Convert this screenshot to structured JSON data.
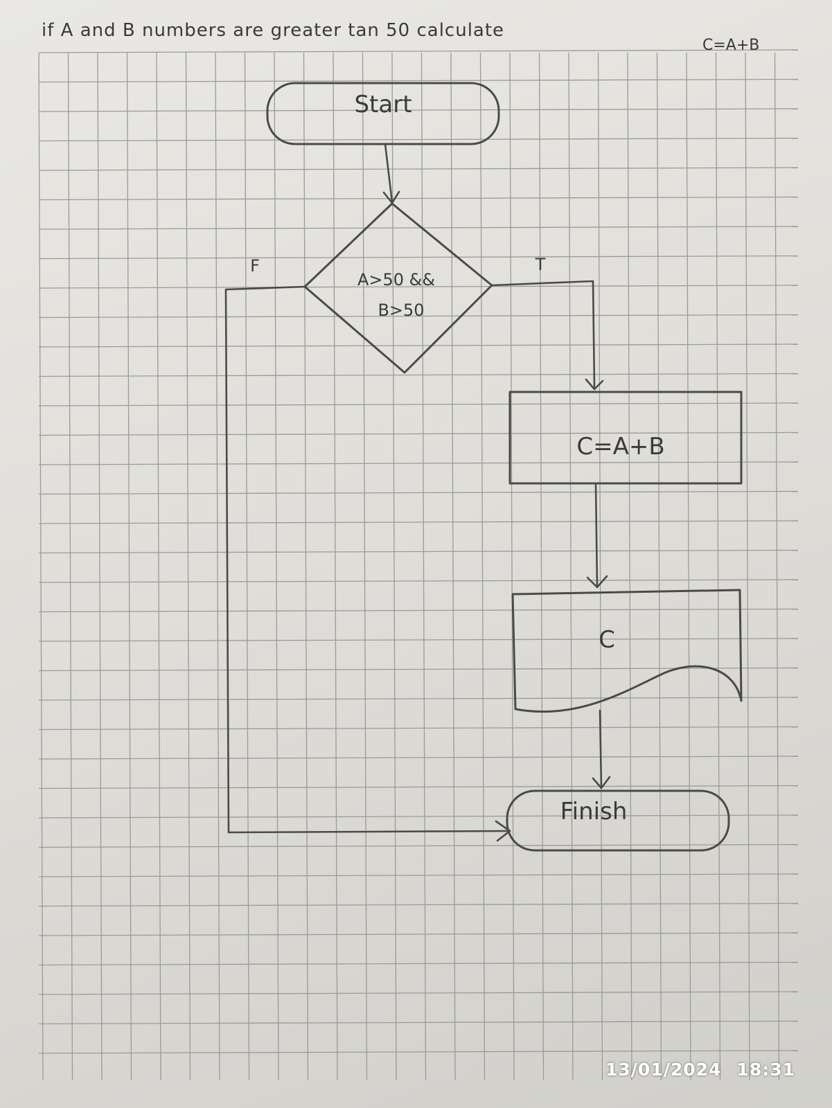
{
  "title": {
    "line1": "if A and B numbers are greater tan 50 calculate",
    "line2": "C=A+B"
  },
  "nodes": {
    "start": "Start",
    "condition_line1": "A>50 &&",
    "condition_line2": "B>50",
    "process": "C=A+B",
    "output": "C",
    "end": "Finish"
  },
  "edges": {
    "true_label": "T",
    "false_label": "F"
  },
  "timestamp": {
    "date": "13/01/2024",
    "time": "18:31"
  }
}
